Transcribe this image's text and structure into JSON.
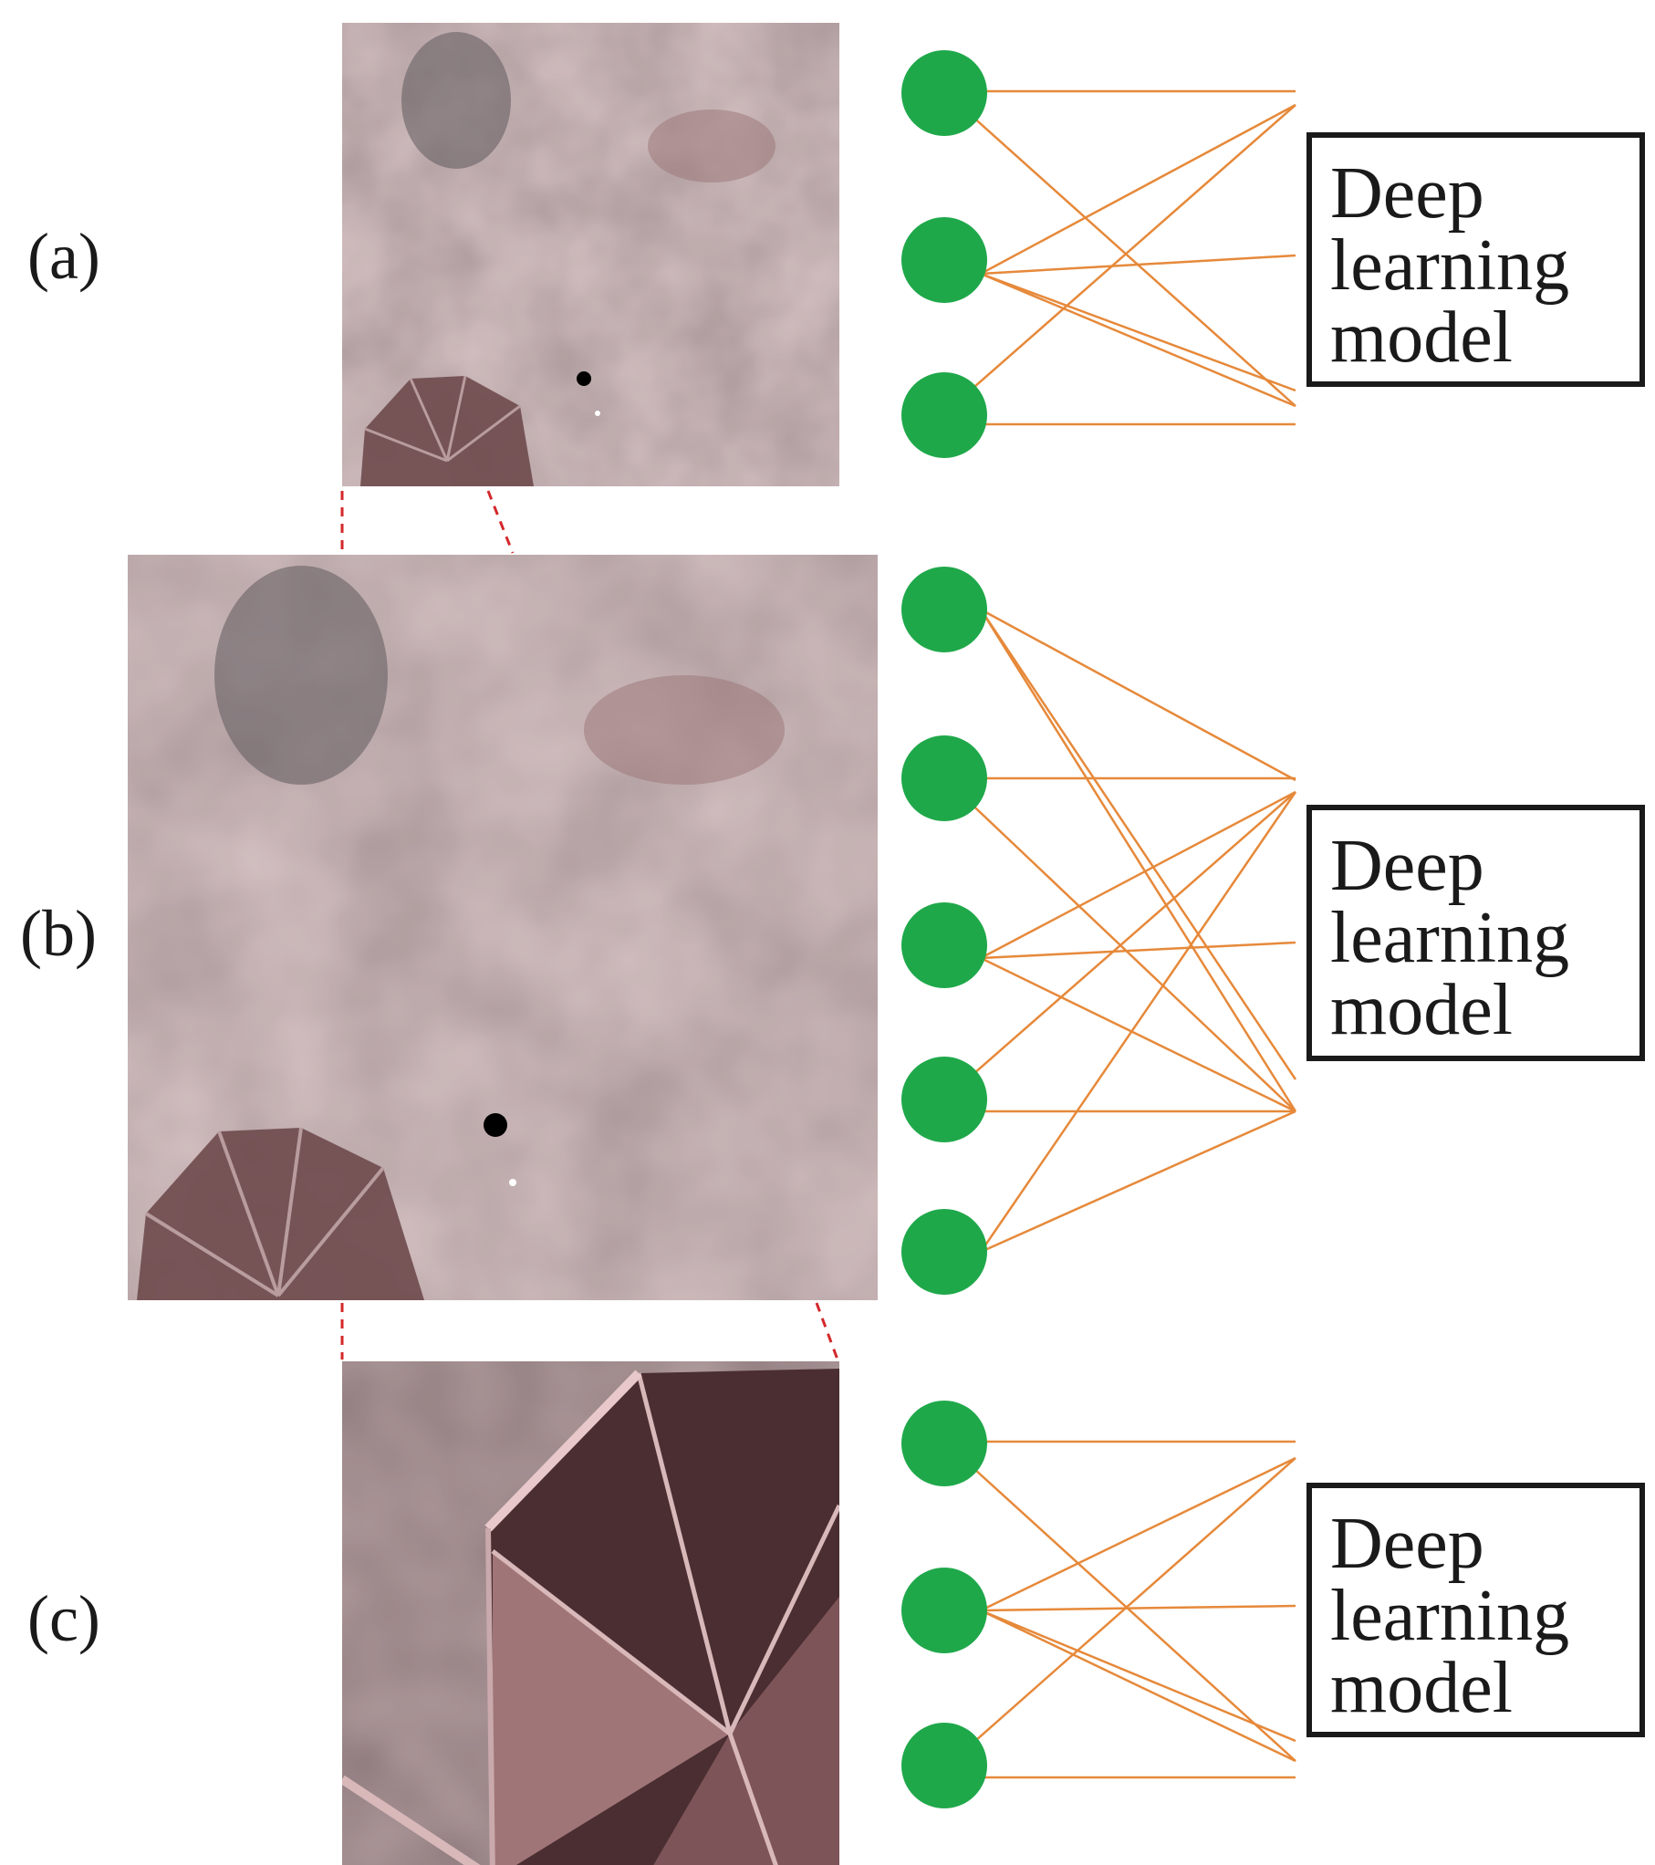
{
  "panels": [
    {
      "label": "(a)",
      "model_lines": [
        "Deep",
        "learning",
        "model"
      ],
      "node_count": 3
    },
    {
      "label": "(b)",
      "model_lines": [
        "Deep",
        "learning",
        "model"
      ],
      "node_count": 5
    },
    {
      "label": "(c)",
      "model_lines": [
        "Deep",
        "learning",
        "model"
      ],
      "node_count": 3
    }
  ],
  "colors": {
    "node": "#1fa84a",
    "edge": "#e6893a",
    "zoom_guide": "#d4282b",
    "box_border": "#1a1a1a",
    "image_base": "#8a7374"
  }
}
